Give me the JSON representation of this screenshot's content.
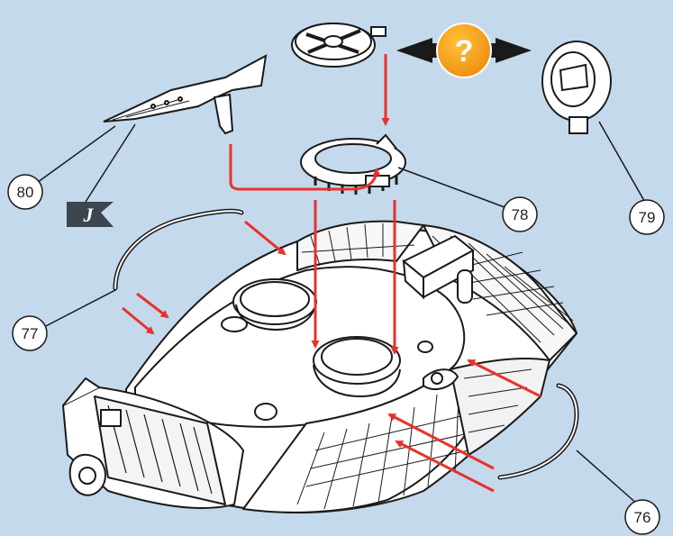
{
  "callouts": {
    "c76": "76",
    "c77": "77",
    "c78": "78",
    "c79": "79",
    "c80": "80"
  },
  "flag_symbol": "J",
  "question_symbol": "?",
  "colors": {
    "background": "#c4d9ec",
    "arrow_red": "#e8322b",
    "question_orange": "#f5a623",
    "flag_dark": "#3c4650"
  }
}
